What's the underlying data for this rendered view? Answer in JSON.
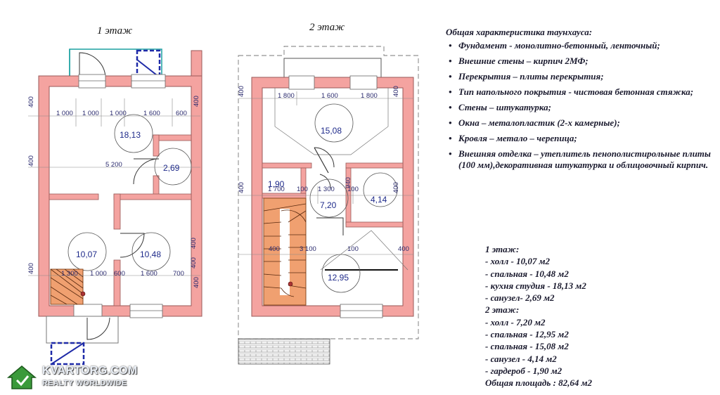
{
  "floor1": {
    "title": "1 этаж",
    "rooms": [
      {
        "area": "18,13"
      },
      {
        "area": "2,69"
      },
      {
        "area": "10,07"
      },
      {
        "area": "10,48"
      }
    ],
    "dimensions": [
      {
        "text": "400"
      },
      {
        "text": "1 000"
      },
      {
        "text": "1 000"
      },
      {
        "text": "1 000"
      },
      {
        "text": "1 600"
      },
      {
        "text": "600"
      },
      {
        "text": "400"
      },
      {
        "text": "400"
      },
      {
        "text": "5 200"
      },
      {
        "text": "400"
      },
      {
        "text": "400"
      },
      {
        "text": "400"
      },
      {
        "text": "1 300"
      },
      {
        "text": "1 000"
      },
      {
        "text": "600"
      },
      {
        "text": "1 600"
      },
      {
        "text": "700"
      },
      {
        "text": "400"
      }
    ]
  },
  "floor2": {
    "title": "2 этаж",
    "rooms": [
      {
        "area": "15,08"
      },
      {
        "area": "1,90"
      },
      {
        "area": "7,20"
      },
      {
        "area": "4,14"
      },
      {
        "area": "12,95"
      }
    ],
    "dimensions": [
      {
        "text": "400"
      },
      {
        "text": "1 800"
      },
      {
        "text": "1 600"
      },
      {
        "text": "1 800"
      },
      {
        "text": "400"
      },
      {
        "text": "400"
      },
      {
        "text": "1 700"
      },
      {
        "text": "100"
      },
      {
        "text": "1 300"
      },
      {
        "text": "100"
      },
      {
        "text": "400"
      },
      {
        "text": "940"
      },
      {
        "text": "400"
      },
      {
        "text": "3 100"
      },
      {
        "text": "100"
      },
      {
        "text": "400"
      }
    ]
  },
  "spec": {
    "title": "Общая характеристика таунхауса:",
    "items": [
      "Фундамент - монолитно-бетонный, ленточный;",
      "Внешние стены – кирпич 2МФ;",
      "Перекрытия – плиты перекрытия;",
      "Тип напольного покрытия - чистовая бетонная стяжка;",
      "Стены – штукатурка;",
      "Окна – металопластик (2-х камерные);",
      "Кровля – метало – черепица;",
      "Внешняя отделка – утеплитель пенополистирольные плиты (100 мм),декоративная штукатурка и облицовочный кирпич."
    ]
  },
  "areas": {
    "lines": [
      "1 этаж:",
      "- холл - 10,07 м2",
      "- спальная - 10,48 м2",
      "- кухня студия - 18,13 м2",
      "- санузел- 2,69 м2",
      "2 этаж:",
      "- холл - 7,20 м2",
      "- спальная - 12,95 м2",
      "- спальная - 15,08 м2",
      "- санузел - 4,14 м2",
      "- гардероб - 1,90 м2",
      "Общая площадь :  82,64 м2"
    ]
  },
  "watermark": {
    "main": "KVARTORG.COM",
    "sub": "REALTY WORLDWIDE"
  },
  "colors": {
    "wall": "#f4a3a0",
    "wall_stroke": "#9a5a58",
    "dim_text": "#2a2a6e",
    "guide": "#777777",
    "stair": "#f0a070"
  }
}
